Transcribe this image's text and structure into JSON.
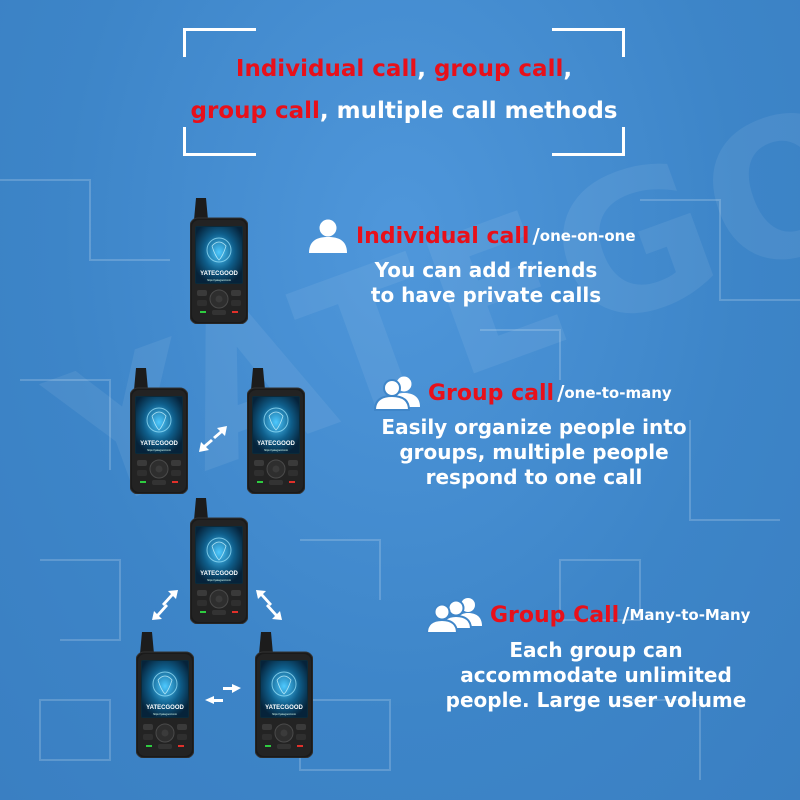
{
  "header": {
    "line1": {
      "part1": "Individual call",
      "sep1": ", ",
      "part2": "group call",
      "sep2": ","
    },
    "line2": {
      "part1": "group call",
      "rest": ", multiple call methods"
    }
  },
  "features": [
    {
      "title": "Individual call",
      "slash": "/",
      "subtitle": "one-on-one",
      "desc": [
        "You can add friends",
        "to have private calls"
      ],
      "icon": "single-user-icon"
    },
    {
      "title": "Group call",
      "slash": "/",
      "subtitle": "one-to-many",
      "desc": [
        "Easily organize people into",
        "groups, multiple people",
        "respond to one call"
      ],
      "icon": "two-users-icon"
    },
    {
      "title": "Group Call",
      "slash": "/",
      "subtitle": "Many-to-Many",
      "desc": [
        "Each group can",
        "accommodate unlimited",
        "people. Large user volume"
      ],
      "icon": "three-users-icon"
    }
  ],
  "device": {
    "brand": "YATECGOOD",
    "site": "https://yategood.com"
  },
  "watermark": "YATEGOOD",
  "colors": {
    "background": "#3f86c9",
    "accent": "#e8101a",
    "text": "#ffffff"
  }
}
